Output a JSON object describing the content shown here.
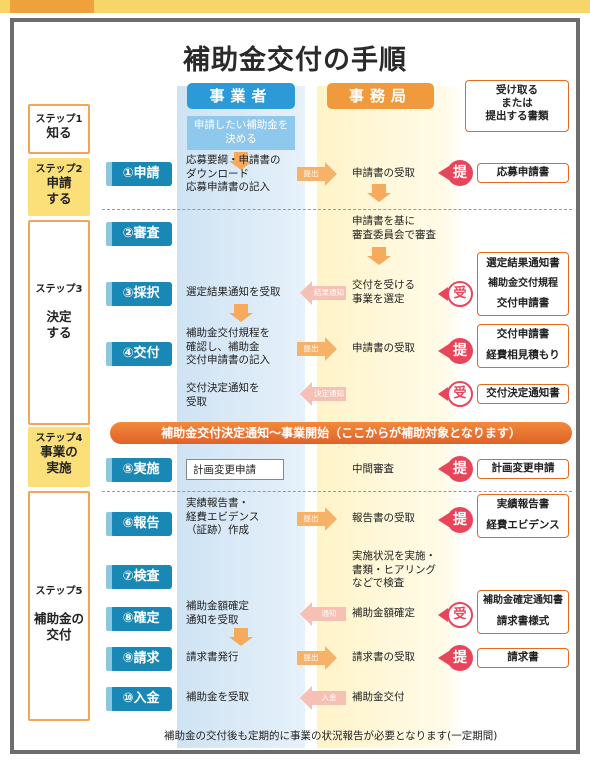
{
  "title": "補助金交付の手順",
  "columns": {
    "applicant": "事業者",
    "office": "事務局",
    "documents": "受け取る\nまたは\n提出する書類"
  },
  "steps": [
    {
      "num": "ステップ1",
      "label": "知る"
    },
    {
      "num": "ステップ2",
      "label": "申請\nする"
    },
    {
      "num": "ステップ3",
      "label": "決定\nする"
    },
    {
      "num": "ステップ4",
      "label": "事業の\n実施"
    },
    {
      "num": "ステップ5",
      "label": "補助金の\n交付"
    }
  ],
  "know_box": "申請したい補助金を\n決める",
  "processes": [
    {
      "tag": "①申請",
      "applicant": "応募要綱・申請書の\nダウンロード\n応募申請書の記入",
      "arrow": "提出",
      "office": "申請書の受取",
      "badge": "提",
      "docs": [
        "応募申請書"
      ]
    },
    {
      "tag": "②審査",
      "applicant": "",
      "arrow": "",
      "office": "申請書を基に\n審査委員会で審査",
      "badge": "",
      "docs": []
    },
    {
      "tag": "③採択",
      "applicant": "選定結果通知を受取",
      "arrow": "結果通知",
      "office": "交付を受ける\n事業を選定",
      "badge": "受",
      "docs": [
        "選定結果通知書",
        "補助金交付規程",
        "交付申請書"
      ]
    },
    {
      "tag": "④交付",
      "applicant": "補助金交付規程を\n確認し、補助金\n交付申請書の記入",
      "arrow": "提出",
      "office": "申請書の受取",
      "badge": "提",
      "docs": [
        "交付申請書",
        "経費相見積もり"
      ]
    },
    {
      "tag": "",
      "applicant": "交付決定通知を\n受取",
      "arrow": "決定通知",
      "office": "",
      "badge": "受",
      "docs": [
        "交付決定通知書"
      ]
    },
    {
      "tag": "⑤実施",
      "applicant": "計画変更申請",
      "arrow": "",
      "office": "中間審査",
      "badge": "提",
      "docs": [
        "計画変更申請"
      ]
    },
    {
      "tag": "⑥報告",
      "applicant": "実績報告書・\n経費エビデンス\n（証跡）作成",
      "arrow": "提出",
      "office": "報告書の受取",
      "badge": "提",
      "docs": [
        "実績報告書",
        "経費エビデンス"
      ]
    },
    {
      "tag": "⑦検査",
      "applicant": "",
      "arrow": "",
      "office": "実施状況を実施・\n書類・ヒアリング\nなどで検査",
      "badge": "",
      "docs": []
    },
    {
      "tag": "⑧確定",
      "applicant": "補助金額確定\n通知を受取",
      "arrow": "通知",
      "office": "補助金額確定",
      "badge": "受",
      "docs": [
        "補助金確定通知書",
        "請求書様式"
      ]
    },
    {
      "tag": "⑨請求",
      "applicant": "請求書発行",
      "arrow": "提出",
      "office": "請求書の受取",
      "badge": "提",
      "docs": [
        "請求書"
      ]
    },
    {
      "tag": "⑩入金",
      "applicant": "補助金を受取",
      "arrow": "入金",
      "office": "補助金交付",
      "badge": "",
      "docs": []
    }
  ],
  "banner": "補助金交付決定通知～事業開始（ここからが補助対象となります）",
  "footer": "補助金の交付後も定期的に事業の状況報告が必要となります(一定期間)",
  "colors": {
    "accent": "#e36a1e",
    "blue": "#1a88b5",
    "badge": "#e8455a"
  }
}
